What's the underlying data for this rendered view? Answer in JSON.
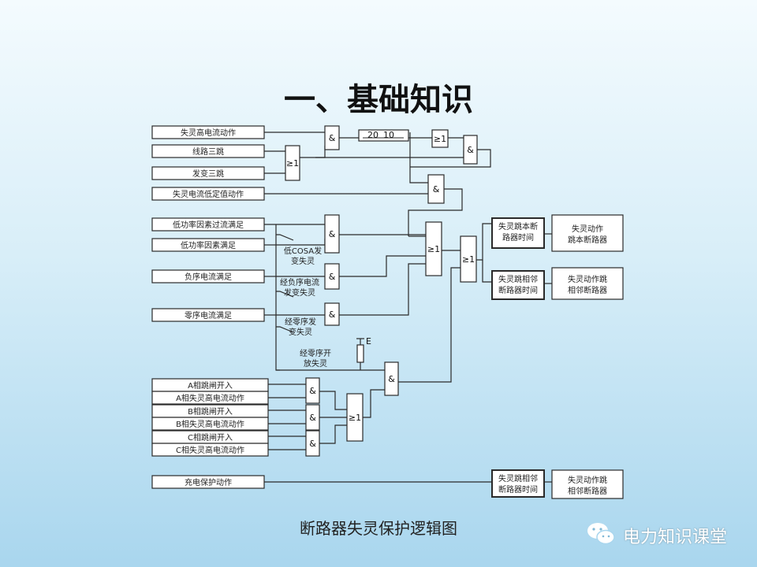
{
  "title": "一、基础知识",
  "caption": "断路器失灵保护逻辑图",
  "brand": {
    "name": "电力知识课堂",
    "icon": "wechat-icon",
    "color": "#ffffff"
  },
  "colors": {
    "line": "#2a2a2a",
    "box_fill": "#ffffff"
  },
  "inputs": [
    "失灵高电流动作",
    "线路三跳",
    "发变三跳",
    "失灵电流低定值动作",
    "低功率因素过流满足",
    "低功率因素满足",
    "负序电流满足",
    "零序电流满足",
    "A相跳闸开入",
    "A相失灵高电流动作",
    "B相跳闸开入",
    "B相失灵高电流动作",
    "C相跳闸开入",
    "C相失灵高电流动作",
    "充电保护动作"
  ],
  "gates": {
    "and": "&",
    "or": "≥1"
  },
  "timer": {
    "t1": "20",
    "t2": "10"
  },
  "switches": [
    {
      "line1": "低COSA发",
      "line2": "变失灵"
    },
    {
      "line1": "经负序电流",
      "line2": "发变失灵"
    },
    {
      "line1": "经零序发",
      "line2": "变失灵"
    },
    {
      "line1": "经零序开",
      "line2": "放失灵"
    }
  ],
  "e_label": "E",
  "timers": [
    {
      "line1": "失灵跳本断",
      "line2": "路器时间"
    },
    {
      "line1": "失灵跳相邻",
      "line2": "断路器时间"
    },
    {
      "line1": "失灵跳相邻",
      "line2": "断路器时间"
    }
  ],
  "outputs": [
    {
      "line1": "失灵动作",
      "line2": "跳本断路器"
    },
    {
      "line1": "失灵动作跳",
      "line2": "相邻断路器"
    },
    {
      "line1": "失灵动作跳",
      "line2": "相邻断路器"
    }
  ]
}
